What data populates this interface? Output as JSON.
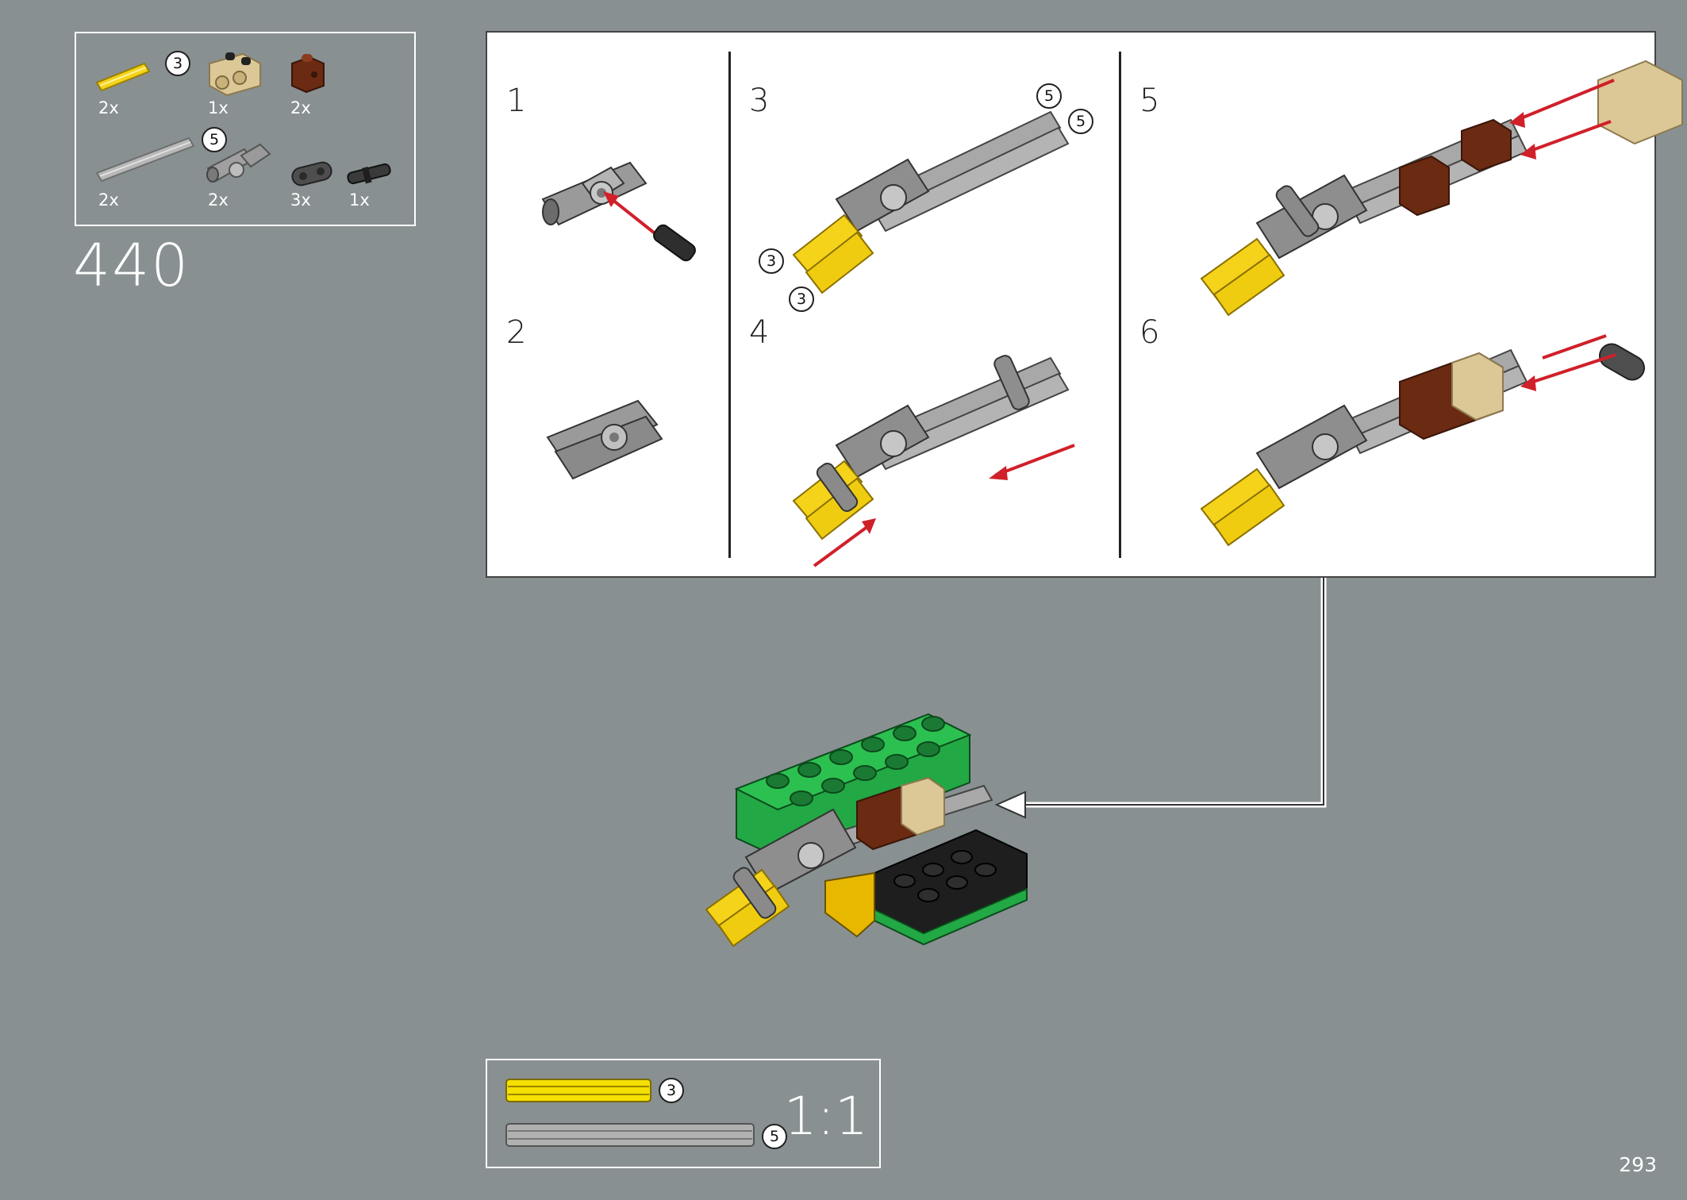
{
  "step": {
    "number": "440"
  },
  "page": {
    "number": "293"
  },
  "parts_list": {
    "items": [
      {
        "name": "axle",
        "length": "3",
        "quantity": "2x",
        "color": "#f5d31a"
      },
      {
        "name": "tan-beam-2",
        "quantity": "1x",
        "color": "#dcc896"
      },
      {
        "name": "brown-brick-1x1",
        "quantity": "2x",
        "color": "#6b2a12"
      },
      {
        "name": "axle",
        "length": "5",
        "quantity": "2x",
        "color": "#a8a8a8"
      },
      {
        "name": "axle-connector",
        "quantity": "2x",
        "color": "#a0a0a0"
      },
      {
        "name": "beam-2",
        "quantity": "3x",
        "color": "#4e4e4e"
      },
      {
        "name": "pin-with-axle",
        "quantity": "1x",
        "color": "#3a3a3a"
      }
    ]
  },
  "sub_steps": [
    {
      "label": "1"
    },
    {
      "label": "2"
    },
    {
      "label": "3",
      "callouts": [
        "5",
        "5",
        "3",
        "3"
      ]
    },
    {
      "label": "4"
    },
    {
      "label": "5"
    },
    {
      "label": "6"
    }
  ],
  "scale_guide": {
    "ratio": "1:1",
    "items": [
      {
        "length": "3",
        "color": "#f5e000"
      },
      {
        "length": "5",
        "color": "#b0b0b0"
      }
    ]
  }
}
